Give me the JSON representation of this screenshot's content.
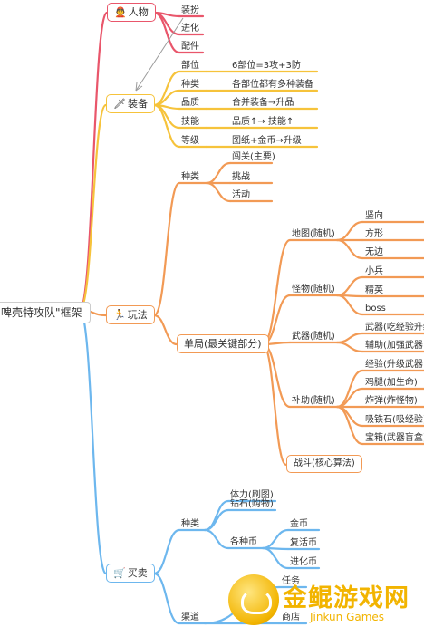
{
  "root": {
    "label": "啤壳特攻队\"框架"
  },
  "colors": {
    "red": "#e9566b",
    "yellow": "#f6c33b",
    "orange": "#f29a55",
    "blue": "#6db7ee",
    "watermark": "#f2b400"
  },
  "branches": {
    "character": {
      "emoji": "👲",
      "label": "人物",
      "children": [
        "装扮",
        "进化",
        "配件"
      ]
    },
    "equipment": {
      "emoji": "🗡",
      "label": "装备",
      "rows": [
        {
          "key": "部位",
          "value": "6部位=3攻+3防"
        },
        {
          "key": "种类",
          "value": "各部位都有多种装备"
        },
        {
          "key": "品质",
          "value": "合并装备→升品"
        },
        {
          "key": "技能",
          "value": "品质↑→ 技能↑"
        },
        {
          "key": "等级",
          "value": "图纸+金币→升级"
        }
      ]
    },
    "gameplay": {
      "emoji": "🏃",
      "label": "玩法",
      "types_label": "种类",
      "types": [
        "闯关(主要)",
        "挑战",
        "活动"
      ],
      "single_round": {
        "label": "单局(最关键部分)",
        "map": {
          "label": "地图(随机)",
          "items": [
            "竖向",
            "方形",
            "无边"
          ]
        },
        "monster": {
          "label": "怪物(随机)",
          "items": [
            "小兵",
            "精英",
            "boss"
          ]
        },
        "weapon": {
          "label": "武器(随机)",
          "items": [
            "武器(吃经验升级",
            "辅助(加强武器"
          ]
        },
        "assist": {
          "label": "补助(随机)",
          "items": [
            "经验(升级武器",
            "鸡腿(加生命)",
            "炸弹(炸怪物)",
            "吸铁石(吸经验)",
            "宝箱(武器盲盒)"
          ]
        },
        "battle": {
          "label": "战斗(核心算法)"
        }
      }
    },
    "trading": {
      "emoji": "🛒",
      "label": "买卖",
      "types_label": "种类",
      "types": [
        "体力(刷图)",
        "钻石(购物)"
      ],
      "currency_label": "各种币",
      "currencies": [
        "金币",
        "复活币",
        "进化币"
      ],
      "channel_label": "渠道",
      "channels": [
        "任务",
        "商店"
      ]
    }
  },
  "watermark": {
    "text": "金鲲游戏网",
    "sub": "Jinkun Games"
  }
}
